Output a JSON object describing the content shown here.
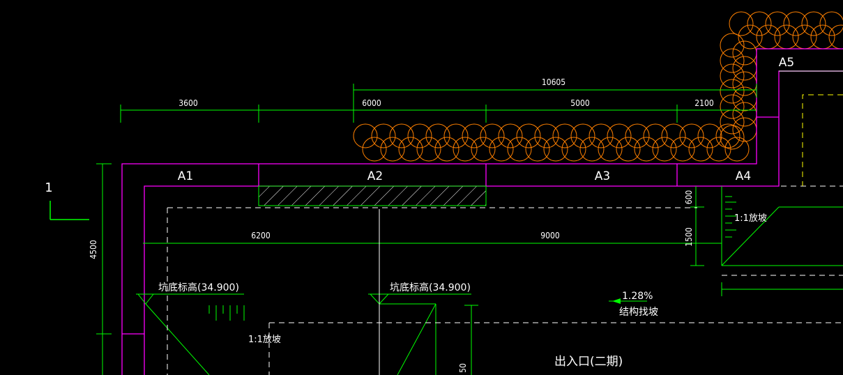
{
  "dimensions": {
    "d3600": "3600",
    "d6000": "6000",
    "d5000": "5000",
    "d2100": "2100",
    "d10605": "10605",
    "d6200": "6200",
    "d9000": "9000",
    "d4500": "4500",
    "d600": "600",
    "d1500": "1500",
    "d50": "50"
  },
  "zones": {
    "a1": "A1",
    "a2": "A2",
    "a3": "A3",
    "a4": "A4",
    "a5": "A5"
  },
  "labels": {
    "section_mark": "1",
    "pit_elev_left": "坑底标高(34.900)",
    "pit_elev_mid": "坑底标高(34.900)",
    "slope_top": "1:1放坡",
    "slope_left": "1:1放坡",
    "slope_pct": "1.28%",
    "structural_slope": "结构找坡",
    "entrance": "出入口(二期)"
  },
  "colors": {
    "background": "#000000",
    "dimension_lines": "#00ff00",
    "excavation_boundary": "#ff00ff",
    "piles": "#ff8000",
    "structure": "#ffffff",
    "hidden": "#ffff00"
  }
}
